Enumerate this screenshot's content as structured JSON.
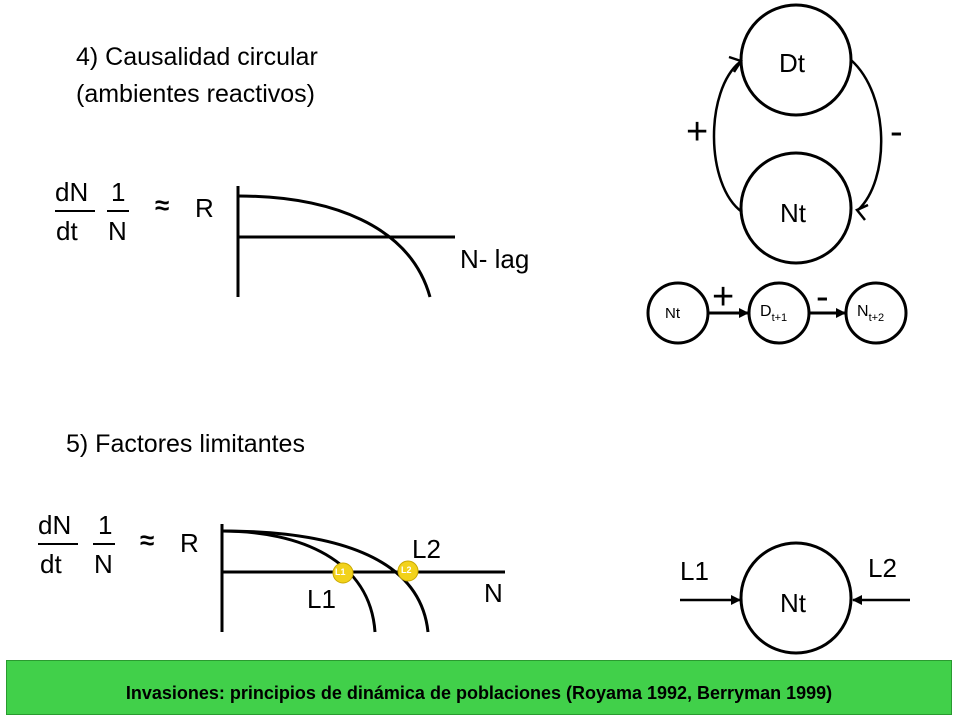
{
  "section4": {
    "title_line1": "4) Causalidad circular",
    "title_line2": "(ambientes reactivos)",
    "formula": {
      "dN": "dN",
      "dt": "dt",
      "one": "1",
      "N": "N",
      "approx": "≈",
      "R": "R"
    },
    "curve_label": "N- lag"
  },
  "feedback_loop": {
    "top_node": "Dt",
    "bottom_node": "Nt",
    "plus": "+",
    "minus": "-"
  },
  "chain": {
    "node1": "Nt",
    "node2_base": "D",
    "node2_sub": "t+1",
    "node3_base": "N",
    "node3_sub": "t+2",
    "plus": "+",
    "minus": "-"
  },
  "section5": {
    "title": "5) Factores limitantes",
    "formula": {
      "dN": "dN",
      "dt": "dt",
      "one": "1",
      "N": "N",
      "approx": "≈",
      "R": "R"
    },
    "label_L2": "L2",
    "label_L1": "L1",
    "label_N": "N",
    "marker_L1": "L1",
    "marker_L2": "L2"
  },
  "limiting_node": {
    "node": "Nt",
    "left_label": "L1",
    "right_label": "L2"
  },
  "colors": {
    "footer_bg": "#41d04a",
    "marker_fill": "#f2d21b"
  },
  "footer": "Invasiones: principios de dinámica de poblaciones (Royama 1992, Berryman 1999)"
}
